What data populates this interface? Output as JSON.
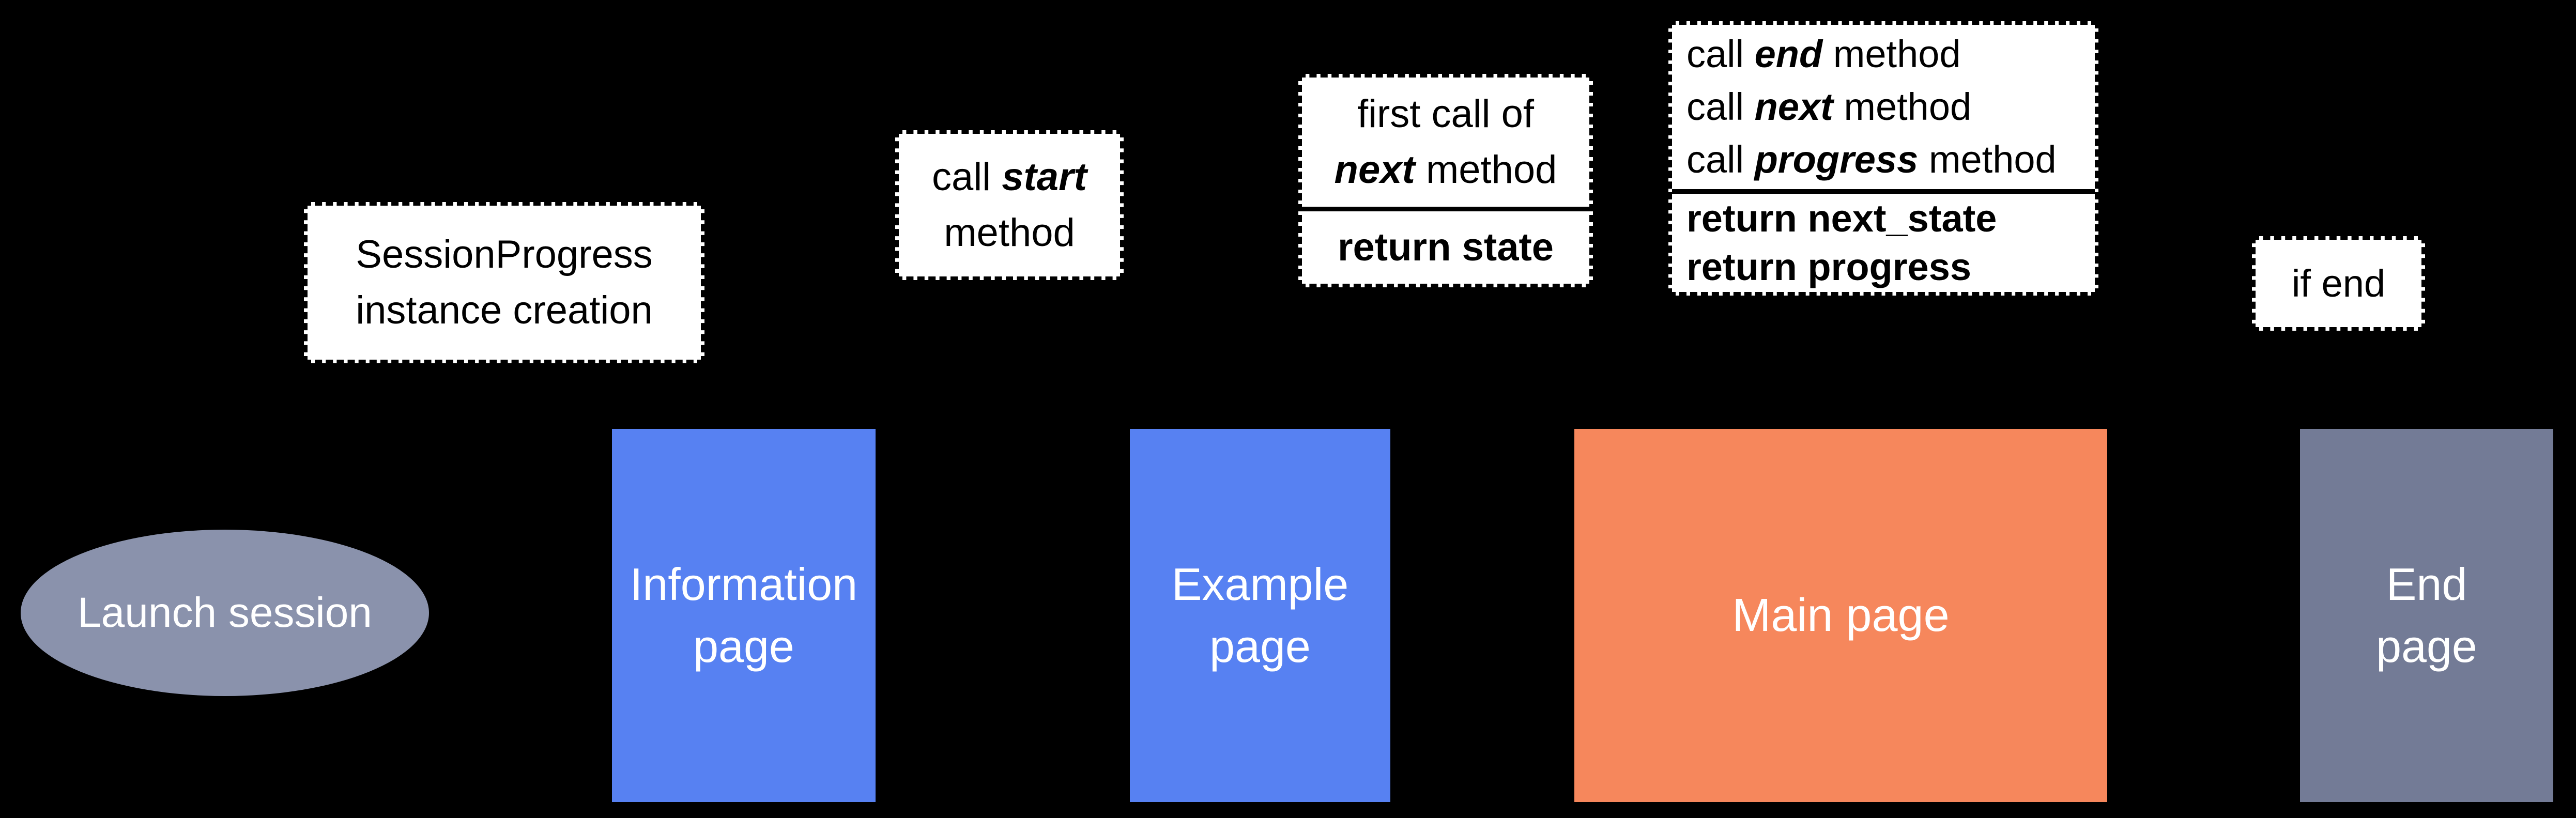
{
  "canvas": {
    "background": "#000000"
  },
  "colors": {
    "note_background": "#FFFFFF",
    "note_border": "#000000",
    "note_text": "#000000",
    "page_blue": "#5781F2",
    "page_orange": "#F6875C",
    "ellipse_slate": "#8A92AC",
    "end_slate": "#737B96",
    "shape_text": "#FFFFFF"
  },
  "annotations": {
    "session_creation": {
      "lines": [
        [
          {
            "t": "SessionProgress"
          }
        ],
        [
          {
            "t": "instance creation"
          }
        ]
      ]
    },
    "call_start": {
      "lines": [
        [
          {
            "t": "call "
          },
          {
            "t": "start",
            "b": true,
            "i": true
          }
        ],
        [
          {
            "t": "method"
          }
        ]
      ]
    },
    "first_next": {
      "top_lines": [
        [
          {
            "t": "first call of"
          }
        ],
        [
          {
            "t": "next",
            "b": true,
            "i": true
          },
          {
            "t": " method"
          }
        ]
      ],
      "bottom_lines": [
        [
          {
            "t": "return state",
            "b": true
          }
        ]
      ]
    },
    "main_calls": {
      "top_lines": [
        [
          {
            "t": "call "
          },
          {
            "t": "end",
            "b": true,
            "i": true
          },
          {
            "t": " method"
          }
        ],
        [
          {
            "t": "call "
          },
          {
            "t": "next",
            "b": true,
            "i": true
          },
          {
            "t": " method"
          }
        ],
        [
          {
            "t": "call "
          },
          {
            "t": "progress",
            "b": true,
            "i": true
          },
          {
            "t": " method"
          }
        ]
      ],
      "bottom_lines": [
        [
          {
            "t": "return next_state",
            "b": true
          }
        ],
        [
          {
            "t": "return progress",
            "b": true
          }
        ]
      ]
    },
    "if_end": {
      "lines": [
        [
          {
            "t": "if end"
          }
        ]
      ]
    }
  },
  "shapes": {
    "launch": {
      "fill": "#8A92AC",
      "lines": [
        [
          {
            "t": "Launch session"
          }
        ]
      ]
    },
    "information": {
      "fill": "#5781F2",
      "lines": [
        [
          {
            "t": "Information"
          }
        ],
        [
          {
            "t": "page"
          }
        ]
      ]
    },
    "example": {
      "fill": "#5781F2",
      "lines": [
        [
          {
            "t": "Example"
          }
        ],
        [
          {
            "t": "page"
          }
        ]
      ]
    },
    "main": {
      "fill": "#F6875C",
      "lines": [
        [
          {
            "t": "Main page"
          }
        ]
      ]
    },
    "end": {
      "fill": "#737B96",
      "lines": [
        [
          {
            "t": "End"
          }
        ],
        [
          {
            "t": "page"
          }
        ]
      ]
    }
  }
}
